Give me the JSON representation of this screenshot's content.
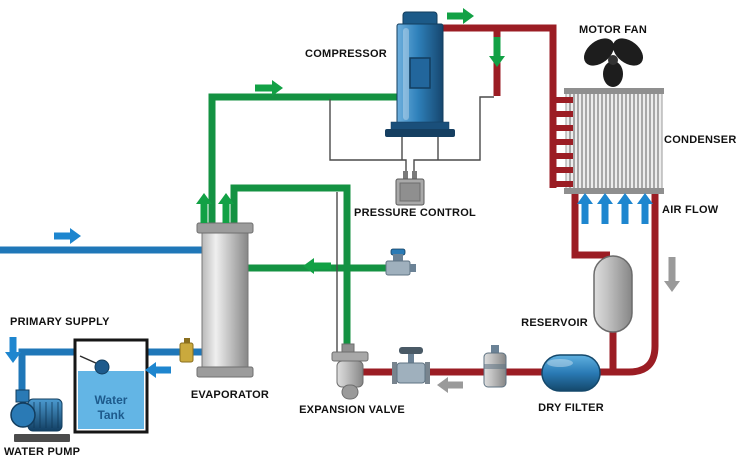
{
  "diagram": {
    "labels": {
      "compressor": "COMPRESSOR",
      "motor_fan": "MOTOR FAN",
      "condenser": "CONDENSER",
      "air_flow": "AIR FLOW",
      "pressure_control": "PRESSURE CONTROL",
      "reservoir": "RESERVOIR",
      "evaporator": "EVAPORATOR",
      "expansion_valve": "EXPANSION VALVE",
      "dry_filter": "DRY FILTER",
      "primary_supply": "PRIMARY SUPPLY",
      "water_pump": "WATER PUMP",
      "water_tank_line1": "Water",
      "water_tank_line2": "Tank"
    },
    "colors": {
      "pipe_hot": "#9b1d24",
      "pipe_cold": "#149242",
      "pipe_water": "#1f77b8",
      "arrow_green": "#12a145",
      "arrow_blue": "#1e86cf",
      "arrow_gray": "#9a9a9a",
      "component_blue": "#2a7ab5",
      "tank_water": "#63b5e5",
      "tank_text": "#1d5a8c",
      "label_color": "#111111"
    }
  }
}
